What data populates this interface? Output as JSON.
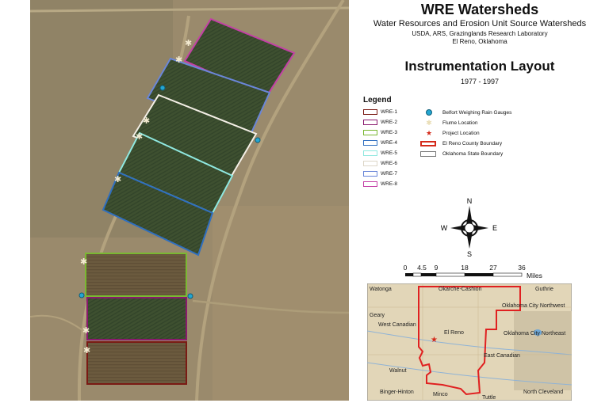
{
  "header": {
    "title": "WRE Watersheds",
    "subtitle": "Water Resources and Erosion Unit Source Watersheds",
    "agency": "USDA, ARS, Grazinglands Research Laboratory",
    "location": "El Reno, Oklahoma",
    "layout_title": "Instrumentation Layout",
    "years": "1977 - 1997"
  },
  "legend": {
    "title": "Legend",
    "watersheds": [
      {
        "label": "WRE-1",
        "color": "#7a1a14"
      },
      {
        "label": "WRE-2",
        "color": "#8a1a6e"
      },
      {
        "label": "WRE-3",
        "color": "#7ab832"
      },
      {
        "label": "WRE-4",
        "color": "#2f6fc0"
      },
      {
        "label": "WRE-5",
        "color": "#8fe8e0"
      },
      {
        "label": "WRE-6",
        "color": "#f4efe6"
      },
      {
        "label": "WRE-7",
        "color": "#6a86d8"
      },
      {
        "label": "WRE-8",
        "color": "#c43fa6"
      }
    ],
    "symbols": [
      {
        "label": "Belfort Weighing Rain Gauges",
        "icon": "rain-gauge-dot",
        "color": "#24a6d1"
      },
      {
        "label": "Flume Location",
        "icon": "flume-star",
        "color": "#f1e6c4"
      },
      {
        "label": "Project Location",
        "icon": "project-star",
        "color": "#d42a1a"
      },
      {
        "label": "El Reno County Boundary",
        "icon": "county-box",
        "color": "#d42a1a"
      },
      {
        "label": "Oklahoma State Boundary",
        "icon": "state-box",
        "color": "#777777"
      }
    ]
  },
  "compass": {
    "n": "N",
    "s": "S",
    "e": "E",
    "w": "W"
  },
  "scale": {
    "ticks": [
      "0",
      "4.5",
      "9",
      "18",
      "27",
      "36"
    ],
    "unit": "Miles"
  },
  "locator_map": {
    "places": [
      "Watonga",
      "Okarche-Cashion",
      "Guthrie",
      "Oklahoma City Northwest",
      "Geary",
      "West Canadian",
      "El Reno",
      "Oklahoma City Northeast",
      "East Canadian",
      "Walnut",
      "Binger-Hinton",
      "Minco",
      "Tuttle",
      "North Cleveland"
    ]
  }
}
